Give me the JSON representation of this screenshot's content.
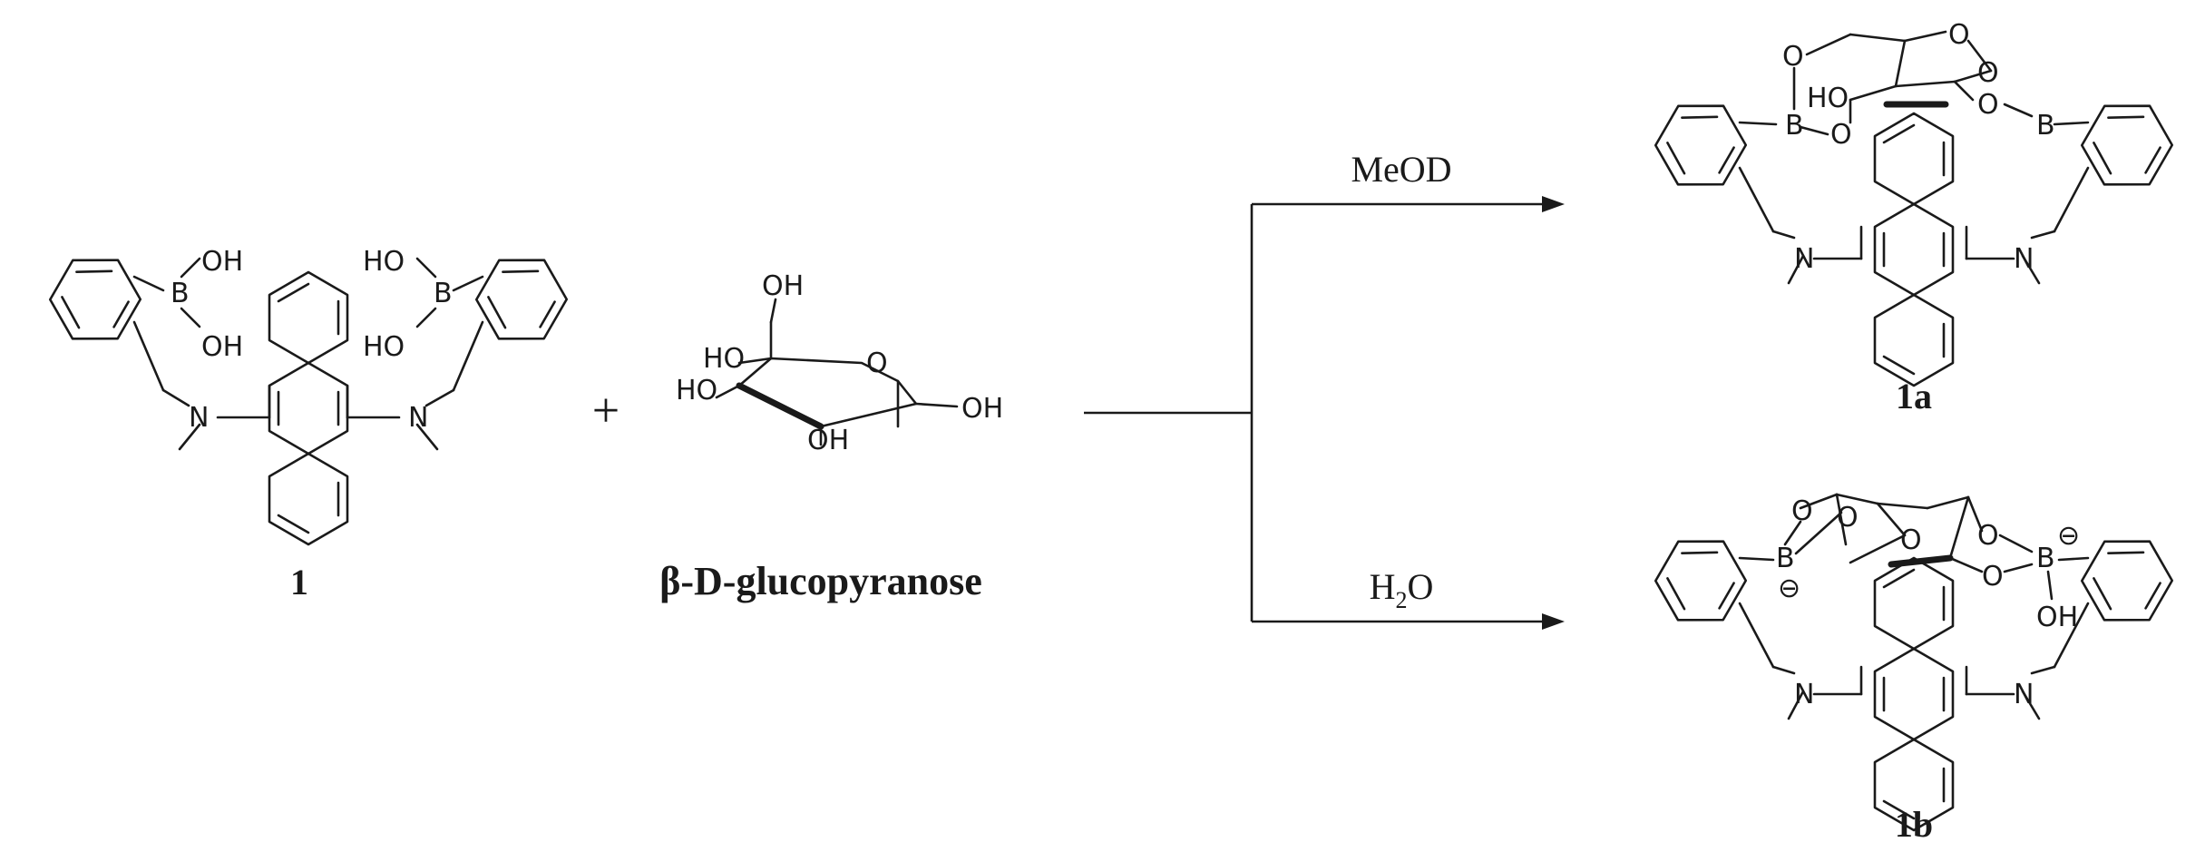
{
  "reactants": {
    "compound_label": "1",
    "plus": "+",
    "sugar_name": "β-D-glucopyranose"
  },
  "conditions": {
    "top": "MeOD",
    "bottom": {
      "main1": "H",
      "sub": "2",
      "main2": "O"
    }
  },
  "products": {
    "top_label": "1a",
    "bottom_label": "1b"
  },
  "atoms": {
    "OH": "OH",
    "HO": "HO",
    "B": "B",
    "N": "N",
    "O": "O",
    "minus": "⊖"
  }
}
